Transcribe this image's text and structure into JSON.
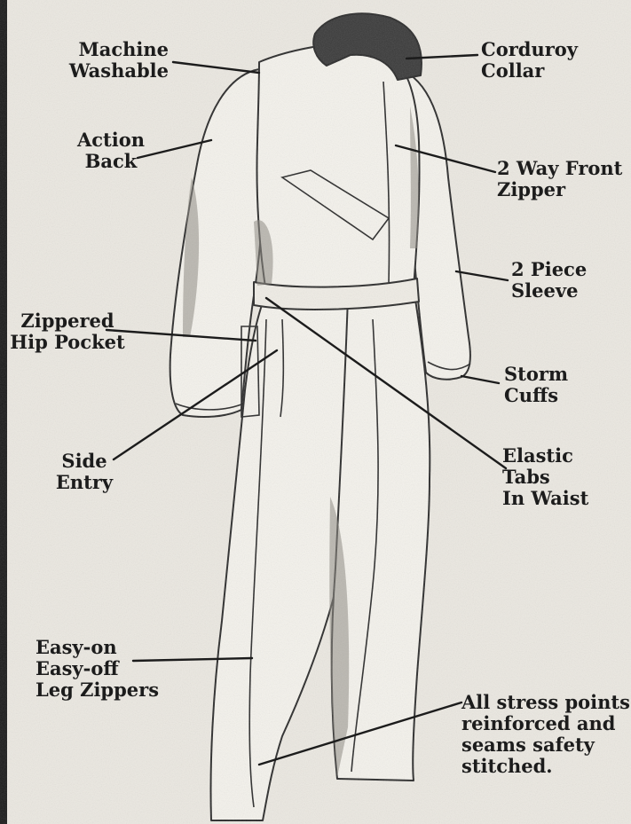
{
  "labels": {
    "machine_washable": [
      "Machine",
      "Washable"
    ],
    "action_back": [
      "Action",
      "Back"
    ],
    "zippered_hip_pocket": [
      "Zippered",
      "Hip Pocket"
    ],
    "side_entry": [
      "Side",
      "Entry"
    ],
    "leg_zippers": [
      "Easy-on",
      "Easy-off",
      "Leg Zippers"
    ],
    "corduroy_collar": [
      "Corduroy",
      "Collar"
    ],
    "front_zipper": [
      "2 Way Front",
      "Zipper"
    ],
    "piece_sleeve": [
      "2 Piece",
      "Sleeve"
    ],
    "storm_cuffs": [
      "Storm",
      "Cuffs"
    ],
    "elastic_tabs": [
      "Elastic",
      "Tabs",
      "In Waist"
    ],
    "stress_points": [
      "All stress points",
      "reinforced and",
      "seams safety",
      "stitched."
    ]
  },
  "colors": {
    "ink": "#1c1c1c",
    "paper": "#ebe8e1",
    "garment": "#f4f2ec",
    "shade": "#8a8680"
  }
}
